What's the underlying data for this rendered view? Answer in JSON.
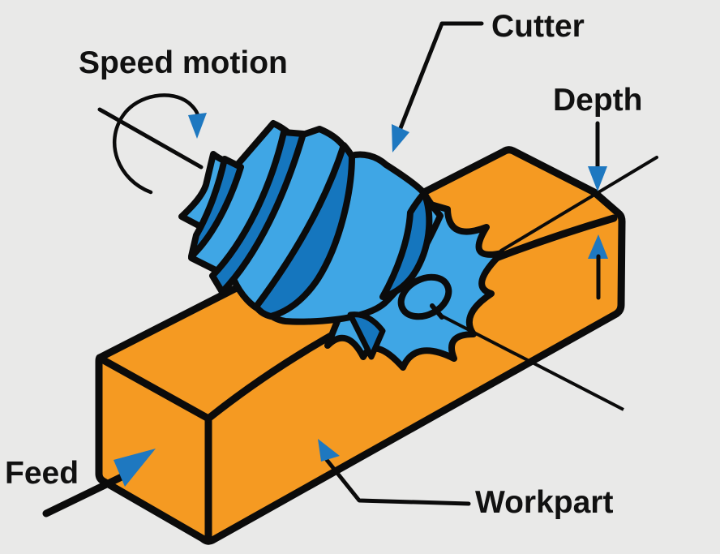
{
  "labels": {
    "speed_motion": "Speed motion",
    "cutter": "Cutter",
    "depth": "Depth",
    "feed": "Feed",
    "workpart": "Workpart"
  },
  "colors": {
    "background": "#E9E9E8",
    "workpart_orange": "#F59A22",
    "cutter_light_blue": "#3FA6E5",
    "cutter_dark_blue": "#1576BE",
    "arrow_blue": "#1E78C0",
    "outline": "#0B0B0B"
  },
  "icons": {
    "rotation_arrow": "curved-arc-with-blue-arrowhead",
    "leader_arrow": "bent-line-with-blue-arrowhead",
    "dimension_arrows": "opposing-vertical-blue-arrowheads",
    "feed_arrow": "thick-line-with-blue-arrowhead"
  }
}
